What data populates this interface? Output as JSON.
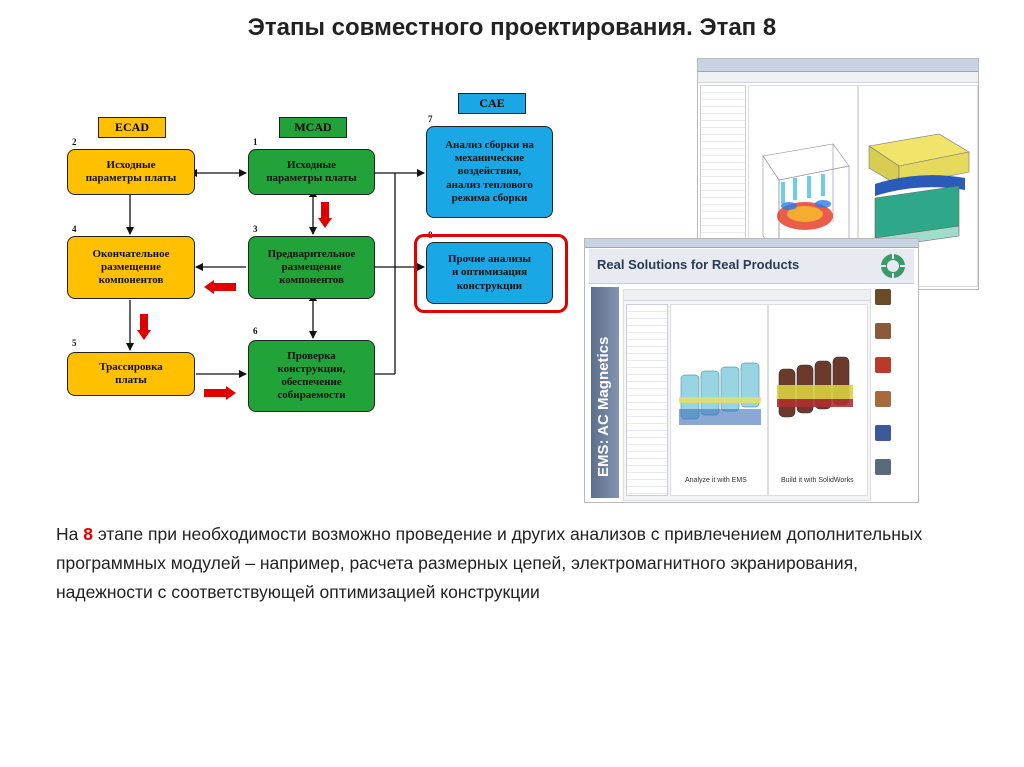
{
  "title": "Этапы совместного проектирования. Этап 8",
  "headers": {
    "ecad": "ECAD",
    "mcad": "MCAD",
    "cae": "CAE"
  },
  "nodes": {
    "n1": {
      "num": "1",
      "label": "Исходные\nпараметры платы"
    },
    "n2": {
      "num": "2",
      "label": "Исходные\nпараметры платы"
    },
    "n3": {
      "num": "3",
      "label": "Предварительное\nразмещение\nкомпонентов"
    },
    "n4": {
      "num": "4",
      "label": "Окончательное\nразмещение\nкомпонентов"
    },
    "n5": {
      "num": "5",
      "label": "Трассировка\nплаты"
    },
    "n6": {
      "num": "6",
      "label": "Проверка\nконструкции,\nобеспечение\nсобираемости"
    },
    "n7": {
      "num": "7",
      "label": "Анализ сборки на\nмеханические\nвоздействия,\nанализ теплового\nрежима сборки"
    },
    "n8": {
      "num": "8",
      "label": "Прочие анализы\nи оптимизация\nконструкции"
    }
  },
  "screenshot2": {
    "banner": "Real Solutions for Real Products",
    "vertical": "EMS: AC Magnetics",
    "caption_left": "Analyze it with EMS",
    "caption_right": "Build it with SolidWorks"
  },
  "body": {
    "pre": "На ",
    "highlight": "8",
    "post": " этапе при необходимости возможно проведение и других анализов с привлечением дополнительных программных модулей – например, расчета размерных цепей, электромагнитного экранирования, надежности с соответствующей оптимизацией конструкции"
  },
  "colors": {
    "ecad": "#ffc000",
    "mcad": "#22a33a",
    "cae": "#1aa7e6",
    "highlight": "#e00000"
  }
}
